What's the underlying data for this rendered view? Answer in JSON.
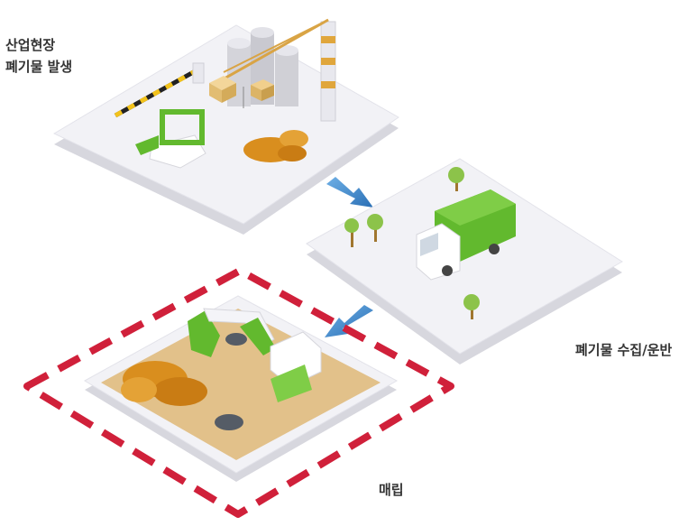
{
  "stages": {
    "source": {
      "line1": "산업현장",
      "line2": "폐기물 발생"
    },
    "transport": {
      "label": "폐기물 수집/운반"
    },
    "landfill": {
      "label": "매립"
    }
  },
  "colors": {
    "platform_top": "#f2f2f6",
    "platform_side": "#d7d7de",
    "sand": "#e2c18a",
    "dirt": "#d98e1e",
    "green": "#62b92e",
    "arrow": "#3b86c8",
    "highlight_border": "#d0203a",
    "label_text": "#333333"
  }
}
